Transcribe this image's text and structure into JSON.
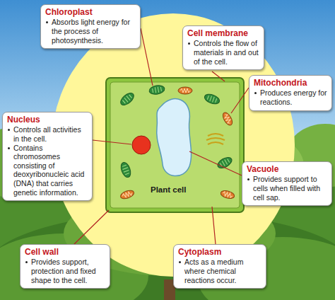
{
  "diagram": {
    "nodes": [
      {
        "text": [
          "Chloroplast",
          "Absorbs light energy for the process of photosynthesis."
        ]
      },
      {
        "text": [
          "Cell membrane",
          "Controls the flow of materials in and out of the cell."
        ]
      },
      {
        "text": [
          "Mitochondria",
          "Produces energy for reactions."
        ]
      },
      {
        "text": [
          "Nucleus",
          "Controls all activities in the cell.",
          "Contains chromosomes consisting of deoxyribonucleic acid (DNA) that carries genetic information."
        ]
      },
      {
        "text": [
          "Vacuole",
          "Provides support to cells when filled with cell sap."
        ]
      },
      {
        "text": [
          "Cell wall",
          "Provides support, protection and fixed shape to the cell."
        ]
      },
      {
        "text": [
          "Cytoplasm",
          "Acts as a medium where chemical reactions occur."
        ]
      }
    ],
    "labels": [
      "Plant cell"
    ]
  }
}
